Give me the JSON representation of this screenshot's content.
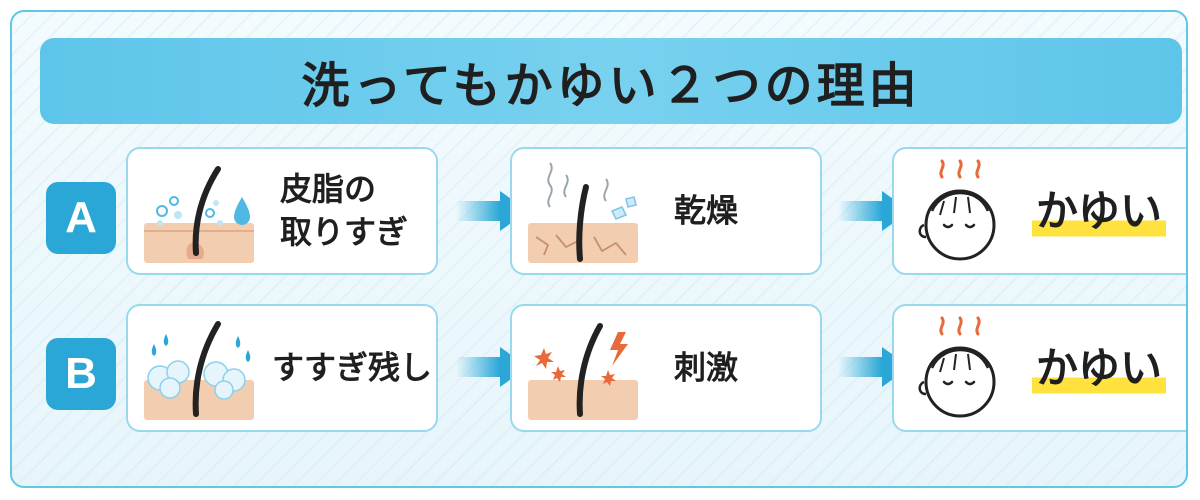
{
  "title": "洗ってもかゆい２つの理由",
  "colors": {
    "banner": "#5ec5ea",
    "label_bg": "#2aa7d6",
    "card_border": "#9ad8ee",
    "arrow": "#2aa7d6",
    "highlight": "#ffe23d",
    "skin": "#f3cdb0",
    "heat": "#e86a3a"
  },
  "rows": [
    {
      "label": "A",
      "steps": [
        {
          "lines": [
            "皮脂の",
            "取りすぎ"
          ],
          "icon": "hair-follicle-sebum-icon"
        },
        {
          "lines": [
            "乾燥"
          ],
          "icon": "dry-skin-icon"
        },
        {
          "lines": [
            "かゆい"
          ],
          "icon": "itchy-face-icon"
        }
      ]
    },
    {
      "label": "B",
      "steps": [
        {
          "lines": [
            "すすぎ残し"
          ],
          "icon": "shampoo-foam-icon"
        },
        {
          "lines": [
            "刺激"
          ],
          "icon": "irritation-spark-icon"
        },
        {
          "lines": [
            "かゆい"
          ],
          "icon": "itchy-face-icon"
        }
      ]
    }
  ]
}
